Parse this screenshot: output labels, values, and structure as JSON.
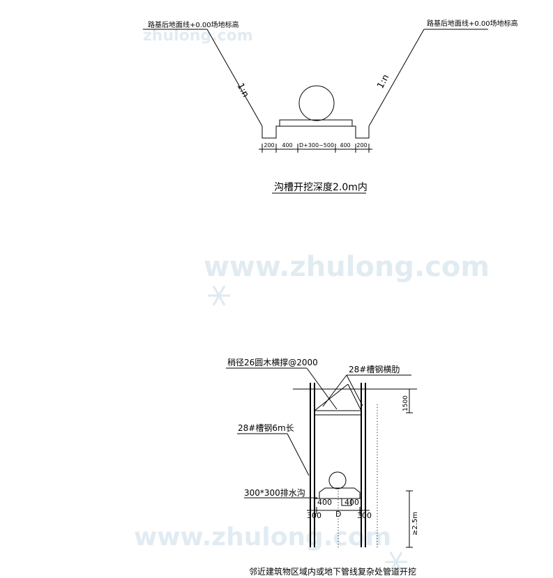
{
  "watermark": {
    "text_top": "zhulong.com",
    "text_mid": "www.zhulong.com",
    "text_bottom": "www.zhulong.com",
    "color": "#c9dbe8"
  },
  "section1": {
    "left_ground_label": "路基后地面线+0.00场地标高",
    "right_ground_label": "路基后地面线+0.00场地标高",
    "left_slope": "1:n",
    "right_slope": "1:n",
    "dimensions": [
      "200",
      "400",
      "D+300~500",
      "400",
      "200"
    ],
    "caption": "沟槽开挖深度2.0m内"
  },
  "section2": {
    "label_wood_strut": "稍径26圆木横撑@2000",
    "label_rib": "28#槽钢横肋",
    "label_channel": "28#槽钢6m长",
    "label_drain": "300*300排水沟",
    "dim_top": "1500",
    "dim_depth": "≥2.5m",
    "dim_400_left": "400",
    "dim_400_right": "400",
    "dim_300_left": "300",
    "dim_d": "D",
    "dim_300_right": "300",
    "caption": "邻近建筑物区域内或地下管线复杂处管道开挖"
  }
}
